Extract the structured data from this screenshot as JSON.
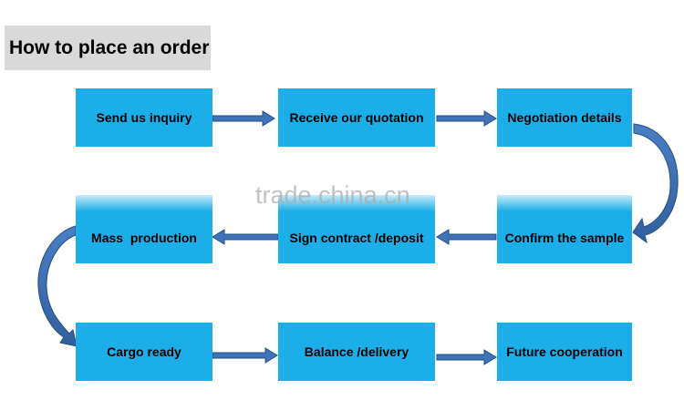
{
  "title": "How to place an order",
  "watermark": "trade.china.cn",
  "colors": {
    "box": "#1caee8",
    "arrow_fill": "#3f72b8",
    "arrow_stroke": "#23507f",
    "title_bg": "#d9d9d9"
  },
  "steps": [
    "Send us inquiry",
    "Receive our quotation",
    "Negotiation details",
    "Confirm the sample",
    "Sign contract /deposit",
    "Mass  production",
    "Cargo ready",
    "Balance /delivery",
    "Future cooperation"
  ]
}
